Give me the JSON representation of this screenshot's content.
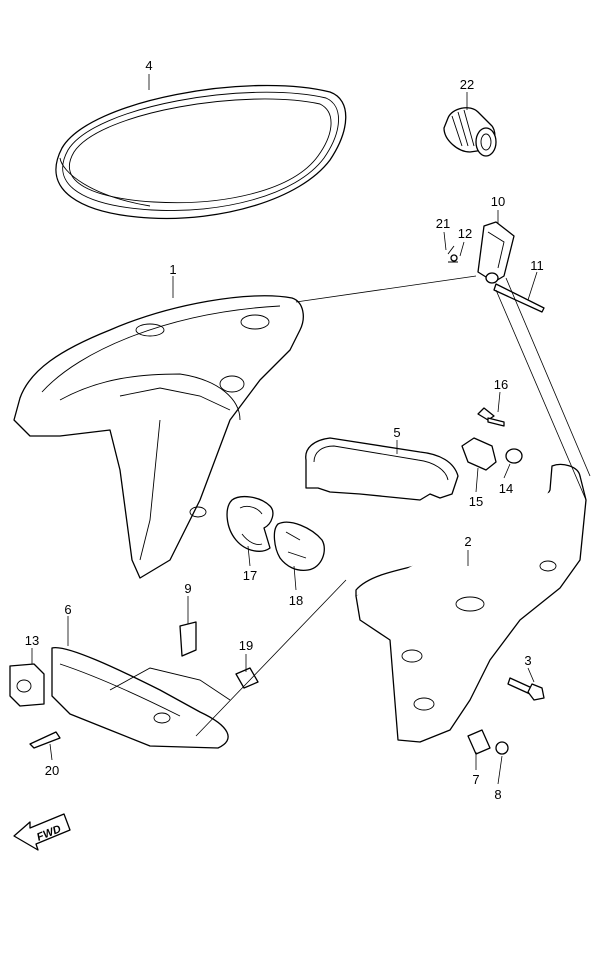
{
  "diagram": {
    "callouts": [
      {
        "id": "p4",
        "label": "4"
      },
      {
        "id": "p22",
        "label": "22"
      },
      {
        "id": "p10",
        "label": "10"
      },
      {
        "id": "p21",
        "label": "21"
      },
      {
        "id": "p12",
        "label": "12"
      },
      {
        "id": "p11",
        "label": "11"
      },
      {
        "id": "p1",
        "label": "1"
      },
      {
        "id": "p16",
        "label": "16"
      },
      {
        "id": "p5",
        "label": "5"
      },
      {
        "id": "p14",
        "label": "14"
      },
      {
        "id": "p15",
        "label": "15"
      },
      {
        "id": "p2",
        "label": "2"
      },
      {
        "id": "p17",
        "label": "17"
      },
      {
        "id": "p18",
        "label": "18"
      },
      {
        "id": "p9",
        "label": "9"
      },
      {
        "id": "p6",
        "label": "6"
      },
      {
        "id": "p13",
        "label": "13"
      },
      {
        "id": "p19",
        "label": "19"
      },
      {
        "id": "p3",
        "label": "3"
      },
      {
        "id": "p20",
        "label": "20"
      },
      {
        "id": "p7",
        "label": "7"
      },
      {
        "id": "p8",
        "label": "8"
      }
    ],
    "direction_label": "FWD"
  }
}
